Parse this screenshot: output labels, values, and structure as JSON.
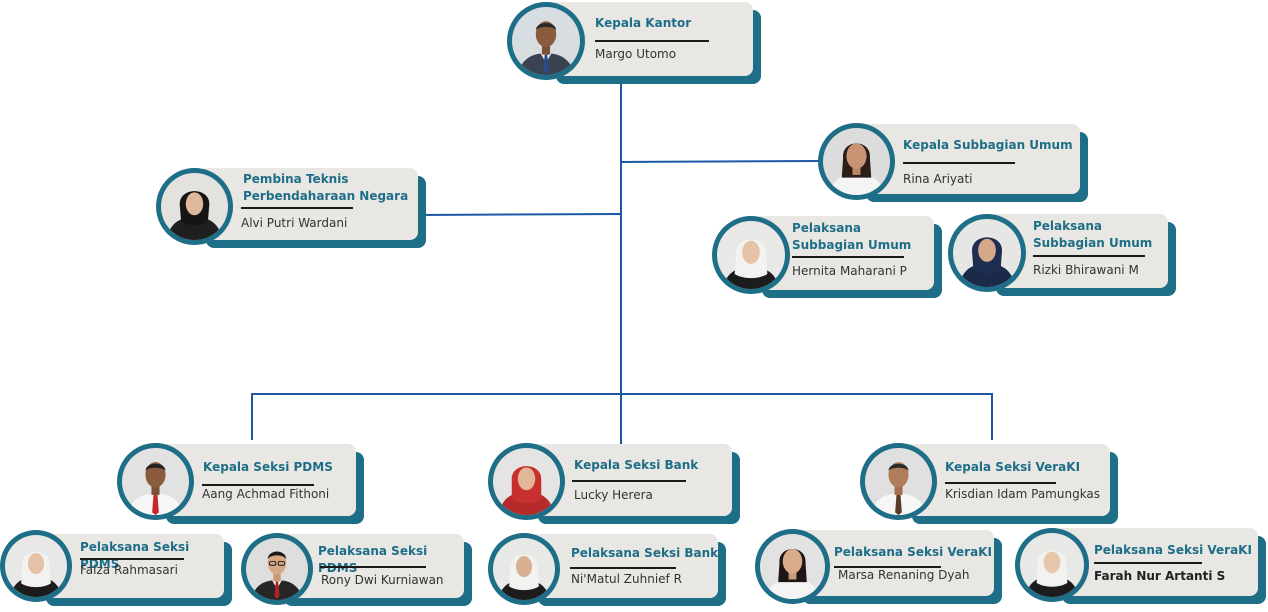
{
  "colors": {
    "accent": "#1e6e87",
    "line": "#1f57a8",
    "card": "#e8e7e3"
  },
  "nodes": [
    {
      "role": "Kepala Kantor",
      "name": "Margo Utomo",
      "avatar": "male-suit-avatar-icon"
    },
    {
      "role": "Pembina Teknis Perbendaharaan Negara",
      "name": "Alvi Putri Wardani",
      "avatar": "female-hijab-black-avatar-icon"
    },
    {
      "role": "Kepala Subbagian Umum",
      "name": "Rina Ariyati",
      "avatar": "female-white-blouse-avatar-icon"
    },
    {
      "role": "Pelaksana Subbagian Umum",
      "name": "Hernita Maharani P",
      "avatar": "female-hijab-white-avatar-icon"
    },
    {
      "role": "Pelaksana Subbagian Umum",
      "name": "Rizki Bhirawani M",
      "avatar": "female-hijab-navy-avatar-icon"
    },
    {
      "role": "Kepala Seksi PDMS",
      "name": "Aang Achmad Fithoni",
      "avatar": "male-white-shirt-red-tie-avatar-icon"
    },
    {
      "role": "Kepala Seksi Bank",
      "name": "Lucky Herera",
      "avatar": "female-hijab-red-avatar-icon"
    },
    {
      "role": "Kepala Seksi VeraKI",
      "name": "Krisdian Idam Pamungkas",
      "avatar": "male-white-shirt-avatar-icon"
    },
    {
      "role": "Pelaksana Seksi PDMS",
      "name": "Faiza Rahmasari",
      "avatar": "female-hijab-white-avatar-icon"
    },
    {
      "role": "Pelaksana Seksi PDMS",
      "name": "Rony Dwi Kurniawan",
      "avatar": "male-suit-glasses-avatar-icon"
    },
    {
      "role": "Pelaksana Seksi Bank",
      "name": "Ni'Matul Zuhnief R",
      "avatar": "female-hijab-white-avatar-icon"
    },
    {
      "role": "Pelaksana Seksi VeraKI",
      "name": "Marsa Renaning Dyah",
      "avatar": "female-white-blouse-avatar-icon"
    },
    {
      "role": "Pelaksana Seksi VeraKI",
      "name": "Farah Nur Artanti S",
      "avatar": "female-hijab-white-avatar-icon"
    }
  ]
}
